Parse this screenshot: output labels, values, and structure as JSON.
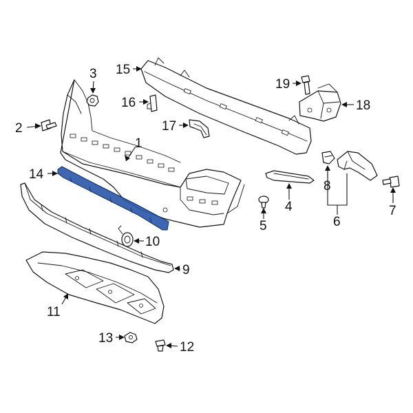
{
  "colors": {
    "highlight": "#2a57a8",
    "line": "#111111",
    "background": "#ffffff"
  },
  "callouts": {
    "c1": "1",
    "c2": "2",
    "c3": "3",
    "c4": "4",
    "c5": "5",
    "c6": "6",
    "c7": "7",
    "c8": "8",
    "c9": "9",
    "c10": "10",
    "c11": "11",
    "c12": "12",
    "c13": "13",
    "c14": "14",
    "c15": "15",
    "c16": "16",
    "c17": "17",
    "c18": "18",
    "c19": "19"
  },
  "highlighted_part": "14"
}
